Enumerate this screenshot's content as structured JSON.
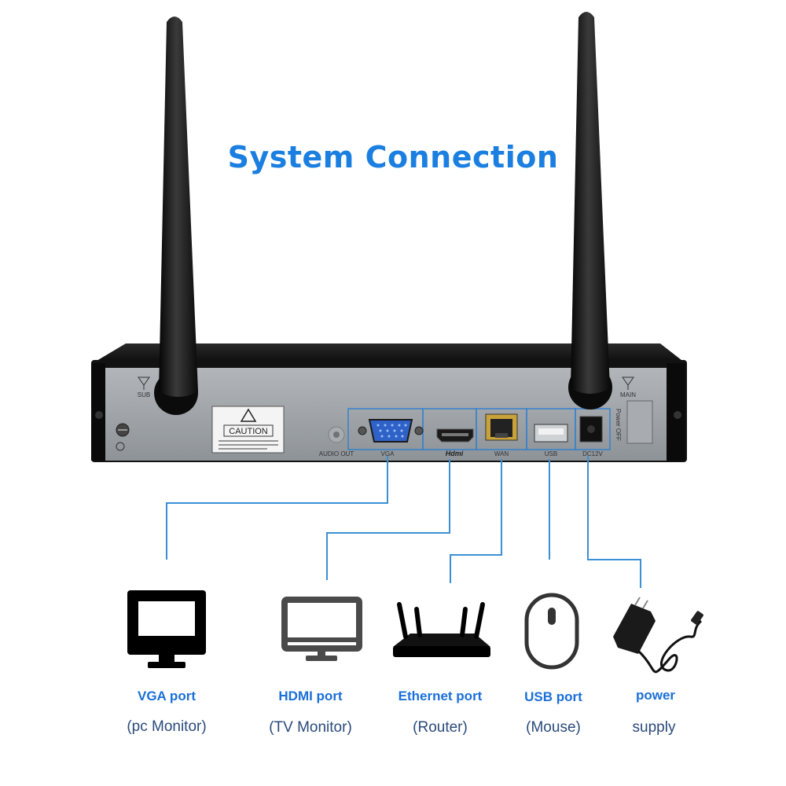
{
  "title": "System Connection",
  "device_labels": {
    "sub": "SUB",
    "main": "MAIN",
    "caution": "CAUTION",
    "audio_out": "AUDIO OUT",
    "vga": "VGA",
    "hdmi": "Hdmi",
    "wan": "WAN",
    "usb": "USB",
    "dc": "DC12V",
    "power_switch": "Power OFF"
  },
  "connections": [
    {
      "port": "VGA port",
      "device": "(pc Monitor)"
    },
    {
      "port": "HDMI port",
      "device": "(TV Monitor)"
    },
    {
      "port": "Ethernet port",
      "device": "(Router)"
    },
    {
      "port": "USB port",
      "device": "(Mouse)"
    },
    {
      "port": "power",
      "device": "supply"
    }
  ],
  "colors": {
    "accent": "#1a7fe0",
    "line": "#3b8fd4",
    "device_body": "#141414",
    "panel": "#9ea3a8"
  }
}
